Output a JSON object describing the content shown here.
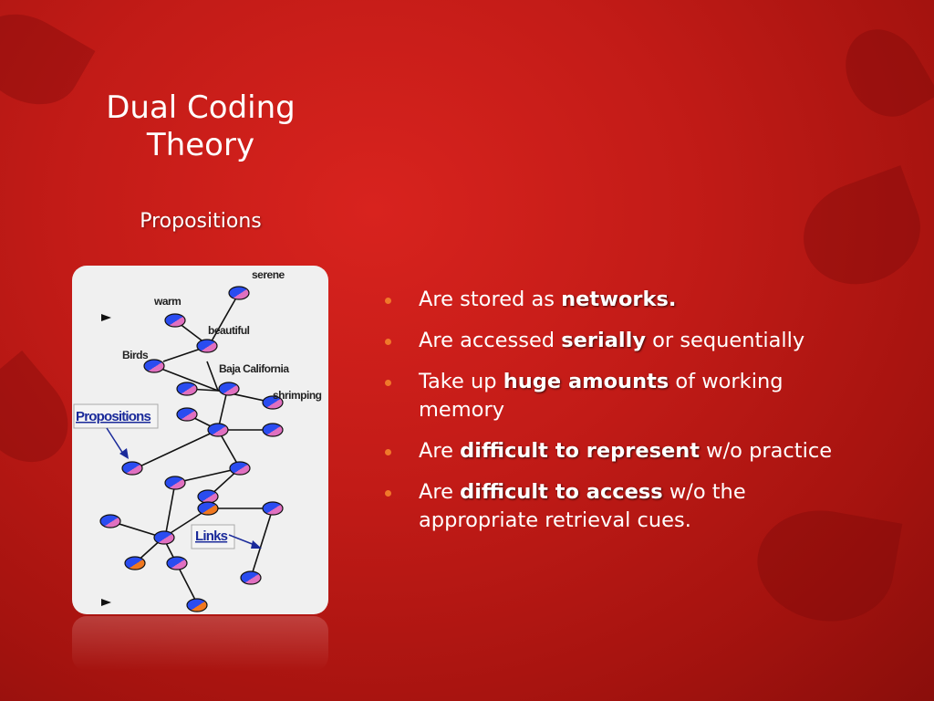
{
  "slide": {
    "title": "Dual Coding Theory",
    "subtitle": "Propositions",
    "colors": {
      "background": "#c21b17",
      "bullet": "#f0782a",
      "text": "#ffffff"
    }
  },
  "diagram": {
    "labels": {
      "serene": "serene",
      "warm": "warm",
      "beautiful": "beautiful",
      "birds": "Birds",
      "baja": "Baja California",
      "shrimping": "shrimping",
      "propositions": "Propositions",
      "links": "Links"
    }
  },
  "bullets": [
    {
      "pre": "Are stored as ",
      "bold": "networks.",
      "post": ""
    },
    {
      "pre": "Are accessed ",
      "bold": "serially",
      "post": " or sequentially"
    },
    {
      "pre": "Take up ",
      "bold": "huge amounts",
      "post": " of working memory"
    },
    {
      "pre": "Are ",
      "bold": "difficult to represent",
      "post": " w/o practice"
    },
    {
      "pre": "Are ",
      "bold": "difficult to access",
      "post": " w/o the appropriate retrieval cues."
    }
  ]
}
